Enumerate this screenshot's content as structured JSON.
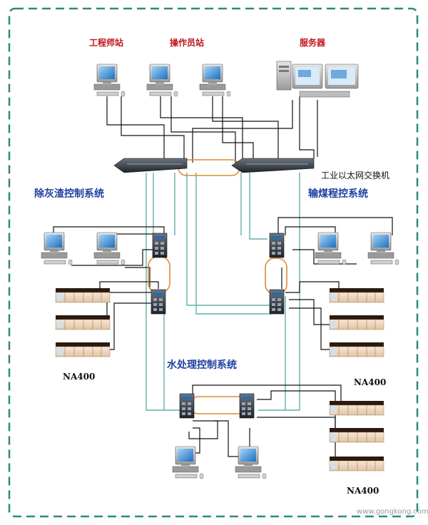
{
  "labels": {
    "engineer_station": "工程师站",
    "operator_station": "操作员站",
    "server": "服务器",
    "industrial_ethernet_switch": "工业以太网交换机",
    "ash_system": "除灰渣控制系统",
    "coal_system": "输煤程控系统",
    "water_system": "水处理控制系统",
    "na400_left": "NA400",
    "na400_right": "NA400",
    "na400_bottom": "NA400",
    "watermark": "www.gongkong.com"
  },
  "colors": {
    "border": "#2e8b76",
    "teal_line": "#5fb3a8",
    "black_line": "#111111",
    "ring": "#e08a2e",
    "red_label": "#c0141c",
    "blue_label": "#1e3fa0"
  }
}
